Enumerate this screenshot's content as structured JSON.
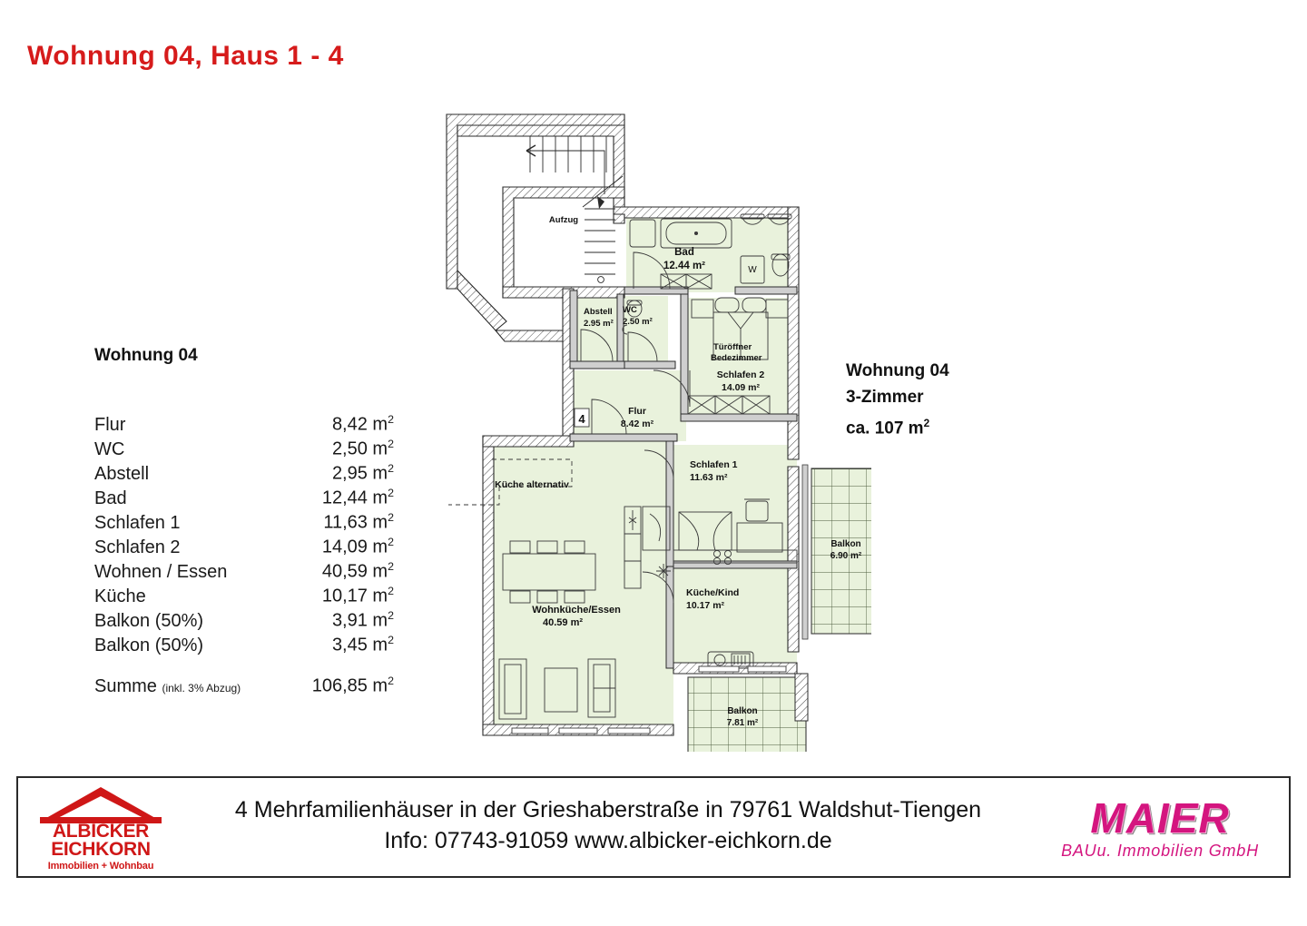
{
  "title": "Wohnung 04, Haus 1 - 4",
  "legend": {
    "heading": "Wohnung 04",
    "rows": [
      {
        "label": "Flur",
        "value": "8,42 m",
        "unit": "2"
      },
      {
        "label": "WC",
        "value": "2,50 m",
        "unit": "2"
      },
      {
        "label": "Abstell",
        "value": "2,95 m",
        "unit": "2"
      },
      {
        "label": "Bad",
        "value": "12,44 m",
        "unit": "2"
      },
      {
        "label": "Schlafen 1",
        "value": "11,63 m",
        "unit": "2"
      },
      {
        "label": "Schlafen 2",
        "value": "14,09 m",
        "unit": "2"
      },
      {
        "label": "Wohnen / Essen",
        "value": "40,59 m",
        "unit": "2"
      },
      {
        "label": "Küche",
        "value": "10,17 m",
        "unit": "2"
      },
      {
        "label": "Balkon (50%)",
        "value": "3,91 m",
        "unit": "2"
      },
      {
        "label": "Balkon (50%)",
        "value": "3,45 m",
        "unit": "2"
      }
    ],
    "sum_label": "Summe",
    "sum_note": "(inkl. 3% Abzug)",
    "sum_value": "106,85 m",
    "sum_unit": "2"
  },
  "info": {
    "line1": "Wohnung 04",
    "line2": "3-Zimmer",
    "line3": "ca. 107 m",
    "line3_unit": "2"
  },
  "plan": {
    "apartment_number": "4",
    "labels": {
      "elevator": "Aufzug",
      "bad_name": "Bad",
      "bad_area": "12.44 m²",
      "abstell_name": "Abstell",
      "abstell_area": "2.95 m²",
      "wc_name": "WC",
      "wc_area": "2.50 m²",
      "tueroeffner_1": "Türöffner",
      "tueroeffner_2": "Bedezimmer",
      "schlafen2_name": "Schlafen  2",
      "schlafen2_area": "14.09 m²",
      "flur_name": "Flur",
      "flur_area": "8.42 m²",
      "kueche_alternativ": "Küche alternativ",
      "schlafen1_name": "Schlafen  1",
      "schlafen1_area": "11.63 m²",
      "balkon_right_name": "Balkon",
      "balkon_right_area": "6.90 m²",
      "wohnkueche_name": "Wohnküche/Essen",
      "wohnkueche_area": "40.59 m²",
      "kueche_kind_name": "Küche/Kind",
      "kueche_kind_area": "10.17 m²",
      "balkon_bottom_name": "Balkon",
      "balkon_bottom_area": "7.81 m²",
      "washer": "W"
    }
  },
  "footer": {
    "line1": "4 Mehrfamilienhäuser in der Grieshaberstraße in 79761 Waldshut-Tiengen",
    "line2": "Info: 07743-91059   www.albicker-eichkorn.de",
    "logo_albicker": {
      "name1": "ALBICKER",
      "name2": "EICHKORN",
      "tagline": "Immobilien + Wohnbau"
    },
    "logo_maier": {
      "name": "MAIER",
      "tagline": "BAUu. Immobilien GmbH"
    }
  },
  "colors": {
    "title_red": "#d61b1b",
    "logo_red": "#cf1717",
    "maier_magenta": "#d4157f",
    "room_fill": "#e9f2dc",
    "wall": "#2b2b2b"
  }
}
